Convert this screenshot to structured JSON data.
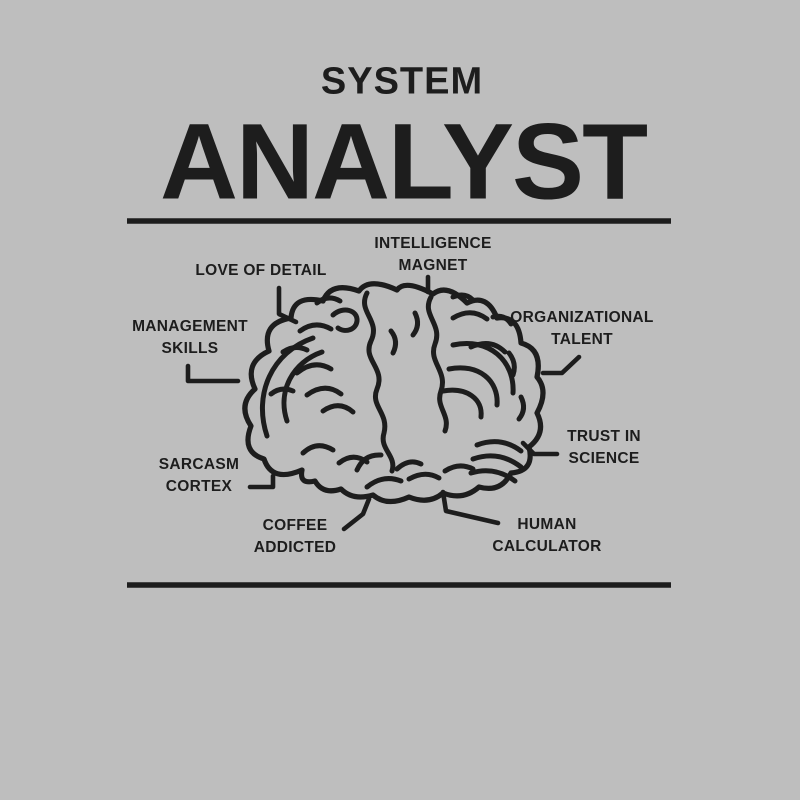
{
  "title": {
    "line1": "SYSTEM",
    "line2": "ANALYST"
  },
  "brain_labels": {
    "intelligence_magnet": "INTELLIGENCE\nMAGNET",
    "love_of_detail": "LOVE OF DETAIL",
    "management_skills": "MANAGEMENT\nSKILLS",
    "organizational_talent": "ORGANIZATIONAL\nTALENT",
    "trust_in_science": "TRUST IN\nSCIENCE",
    "sarcasm_cortex": "SARCASM\nCORTEX",
    "coffee_addicted": "COFFEE\nADDICTED",
    "human_calculator": "HUMAN\nCALCULATOR"
  },
  "figure": "brain-line-art",
  "colors": {
    "background": "#bebebe",
    "ink": "#1d1d1d"
  }
}
